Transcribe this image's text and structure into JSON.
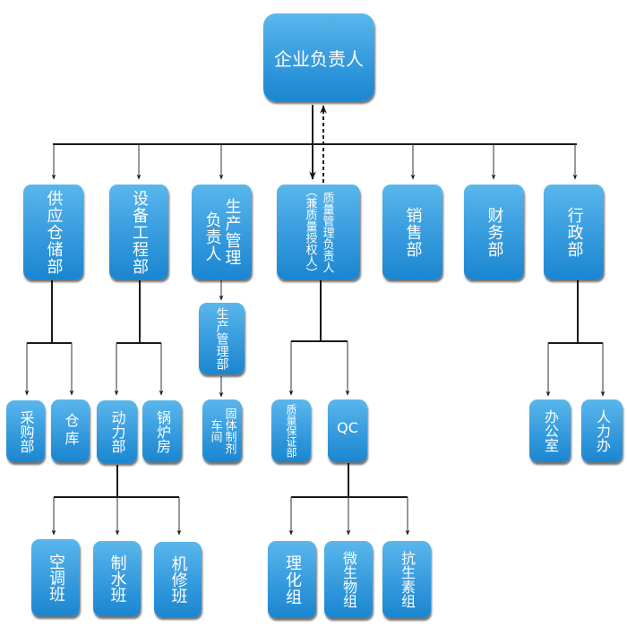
{
  "title": "企业组织机构图",
  "colors": {
    "node_top": "#5ab7ec",
    "node_bottom": "#1a86d0",
    "node_text": "#ffffff",
    "connector": "#1a1a1a",
    "background": "#ffffff"
  },
  "nodes": {
    "ceo": {
      "lines": [
        "企业负责人"
      ]
    },
    "supply": {
      "lines": [
        "供应仓储部"
      ]
    },
    "equipment": {
      "lines": [
        "设备工程部"
      ]
    },
    "production_head": {
      "lines": [
        "生产管理",
        "负责人"
      ]
    },
    "quality_head": {
      "lines": [
        "质量管理负责人",
        "（兼质量授权人）"
      ]
    },
    "sales": {
      "lines": [
        "销售部"
      ]
    },
    "finance": {
      "lines": [
        "财务部"
      ]
    },
    "admin": {
      "lines": [
        "行政部"
      ]
    },
    "production_dept": {
      "lines": [
        "生产管理部"
      ]
    },
    "purchasing": {
      "lines": [
        "采购部"
      ]
    },
    "warehouse": {
      "lines": [
        "仓库"
      ]
    },
    "power": {
      "lines": [
        "动力部"
      ]
    },
    "boiler": {
      "lines": [
        "锅炉房"
      ]
    },
    "solid_workshop": {
      "lines": [
        "固体制剂",
        "车间"
      ]
    },
    "qa": {
      "lines": [
        "质量保证部"
      ]
    },
    "qc": {
      "lines": [
        "QC"
      ]
    },
    "office": {
      "lines": [
        "办公室"
      ]
    },
    "hr": {
      "lines": [
        "人力办"
      ]
    },
    "ac_team": {
      "lines": [
        "空调班"
      ]
    },
    "water_team": {
      "lines": [
        "制水班"
      ]
    },
    "maintenance_team": {
      "lines": [
        "机修班"
      ]
    },
    "physchem": {
      "lines": [
        "理化组"
      ]
    },
    "micro": {
      "lines": [
        "微生物组"
      ]
    },
    "antibiotic": {
      "lines": [
        "抗生素组"
      ]
    }
  },
  "relations": [
    {
      "from": "ceo",
      "to": [
        "supply",
        "equipment",
        "production_head",
        "quality_head",
        "sales",
        "finance",
        "admin"
      ]
    },
    {
      "from": "quality_head",
      "to": [
        "ceo"
      ],
      "style": "dashed",
      "meaning": "reports-up"
    },
    {
      "from": "supply",
      "to": [
        "purchasing",
        "warehouse"
      ]
    },
    {
      "from": "equipment",
      "to": [
        "power",
        "boiler"
      ]
    },
    {
      "from": "production_head",
      "to": [
        "production_dept"
      ]
    },
    {
      "from": "production_dept",
      "to": [
        "solid_workshop"
      ]
    },
    {
      "from": "quality_head",
      "to": [
        "qa",
        "qc"
      ]
    },
    {
      "from": "admin",
      "to": [
        "office",
        "hr"
      ]
    },
    {
      "from": "power",
      "to": [
        "ac_team",
        "water_team",
        "maintenance_team"
      ]
    },
    {
      "from": "qc",
      "to": [
        "physchem",
        "micro",
        "antibiotic"
      ]
    }
  ]
}
